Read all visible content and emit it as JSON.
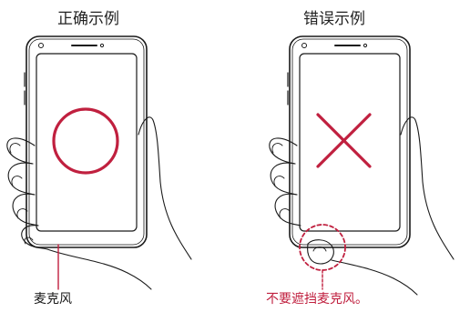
{
  "panels": {
    "correct": {
      "title": "正确示例",
      "caption": "麦克风"
    },
    "incorrect": {
      "title": "错误示例",
      "caption": "不要遮挡麦克风。"
    }
  },
  "colors": {
    "accent": "#c0203f",
    "outline": "#1a1a1a",
    "caption_default": "#1a1a1a"
  }
}
